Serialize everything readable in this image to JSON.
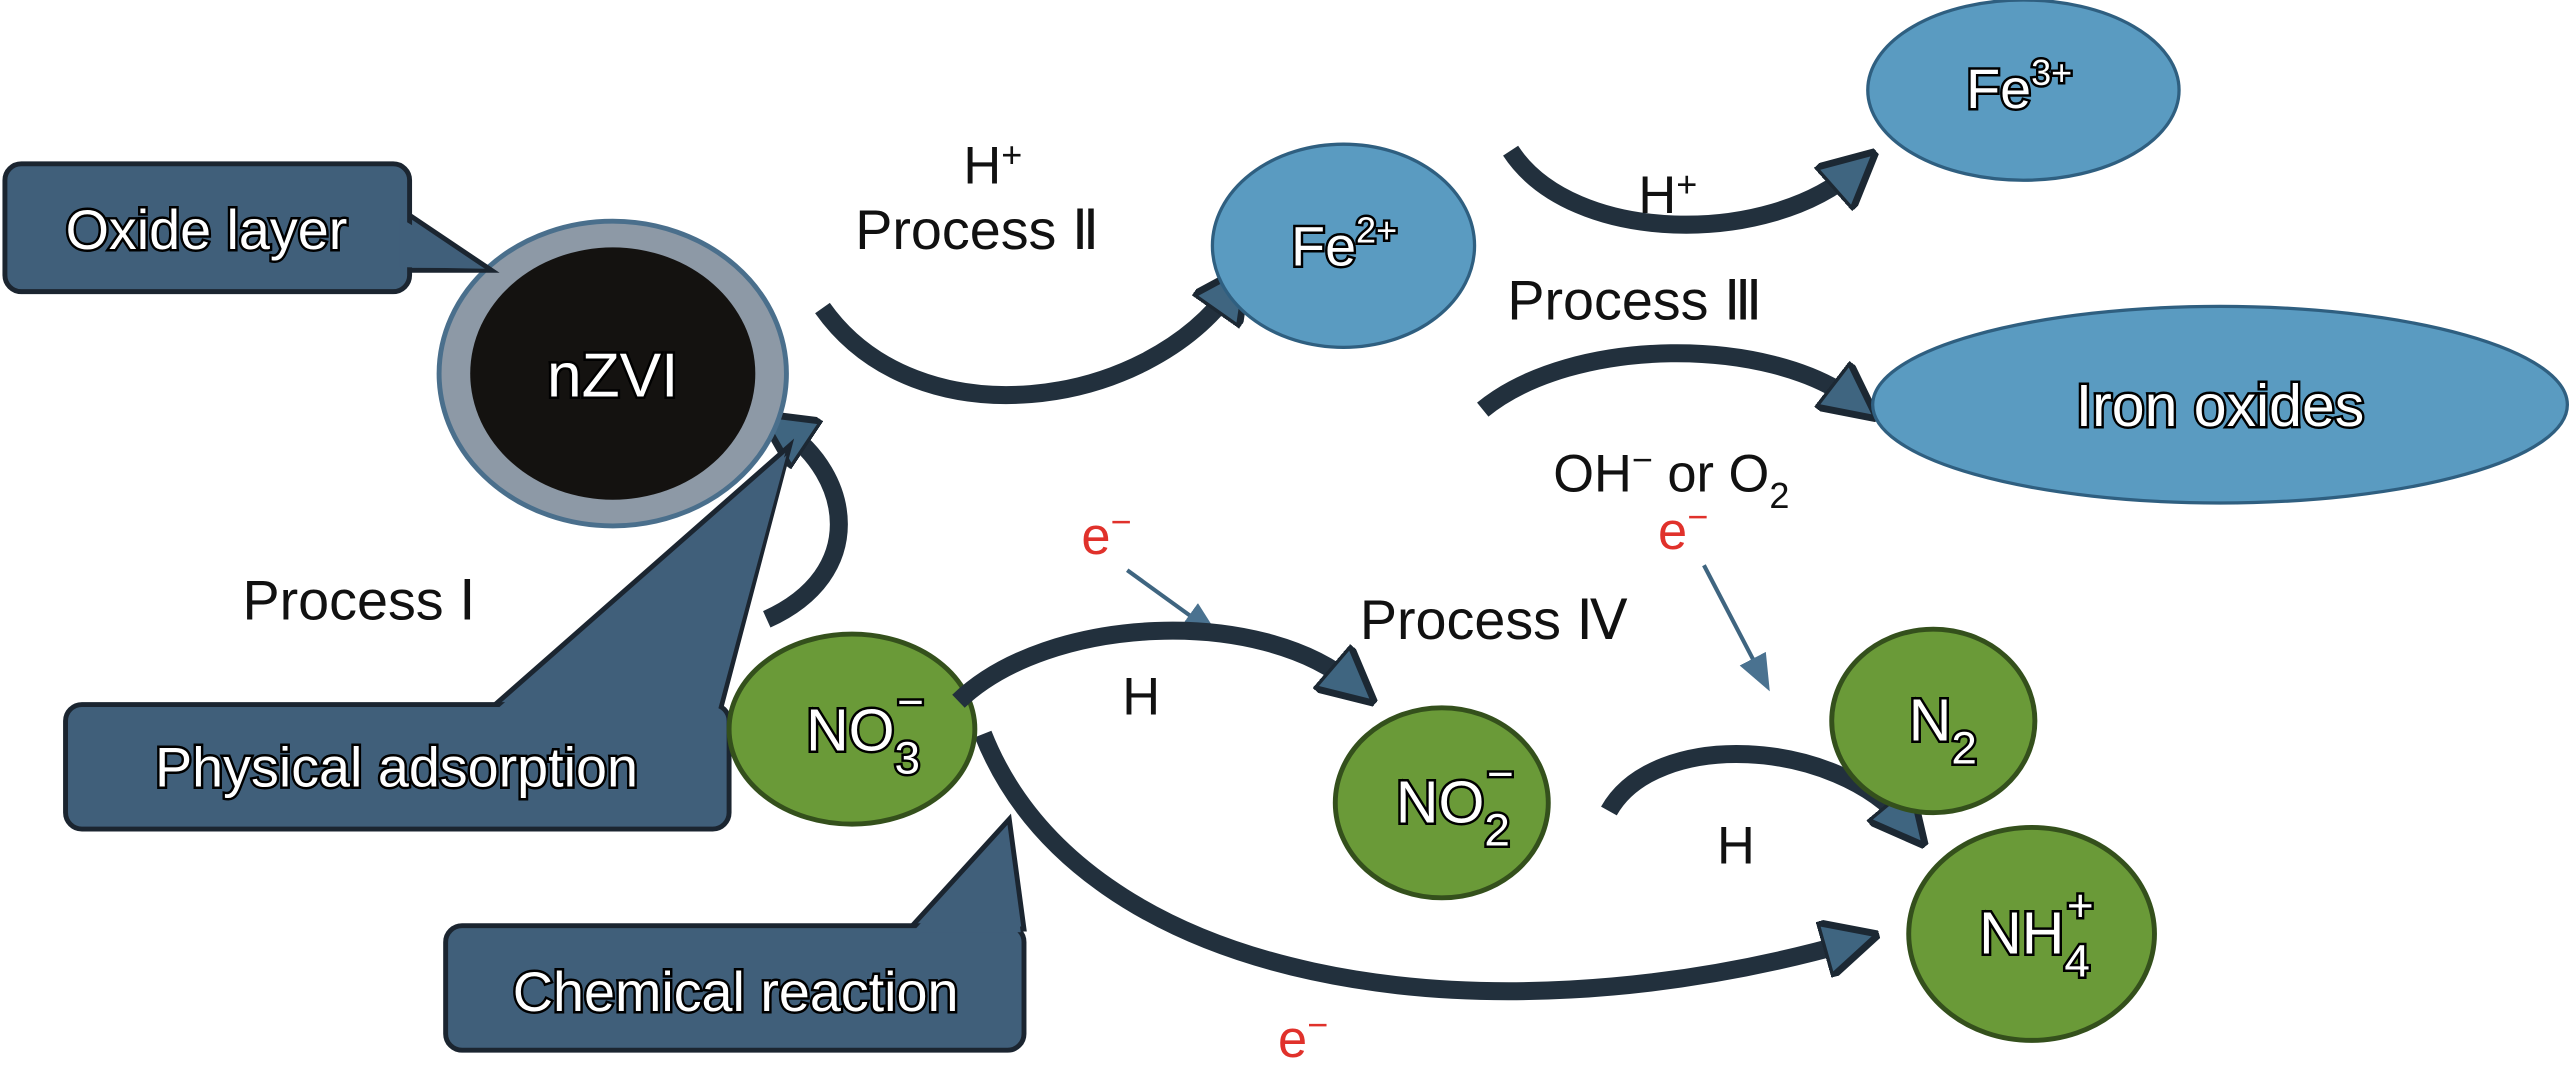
{
  "colors": {
    "callout_box": "#405f7a",
    "iron_species": "#5a9bc1",
    "nitrogen_species": "#6a9a38",
    "electron": "#e0312b",
    "nzvi_core": "#111111",
    "oxide_ring": "#8d99a6"
  },
  "callouts": {
    "oxide_layer": "Oxide layer",
    "physical_adsorption": "Physical adsorption",
    "chemical_reaction": "Chemical reaction"
  },
  "nodes": {
    "nzvi": "nZVI",
    "fe2": {
      "base": "Fe",
      "sup": "2+"
    },
    "fe3": {
      "base": "Fe",
      "sup": "3+"
    },
    "iron_oxides": "Iron oxides",
    "no3": {
      "base": "NO",
      "sub": "3",
      "sup": "−"
    },
    "no2": {
      "base": "NO",
      "sub": "2",
      "sup": "−"
    },
    "n2": {
      "base": "N",
      "sub": "2"
    },
    "nh4": {
      "base": "NH",
      "sub": "4",
      "sup": "+"
    }
  },
  "labels": {
    "process1": "Process Ⅰ",
    "process2": "Process Ⅱ",
    "process3": "Process Ⅲ",
    "process4": "Process Ⅳ",
    "h_plus_1": {
      "base": "H",
      "sup": "+"
    },
    "h_plus_2": {
      "base": "H",
      "sup": "+"
    },
    "oh_or_o2": {
      "a": "OH",
      "a_sup": "−",
      "b": " or O",
      "b_sub": "2"
    },
    "h_1": "H",
    "h_2": "H",
    "electron": {
      "base": "e",
      "sup": "−"
    }
  }
}
